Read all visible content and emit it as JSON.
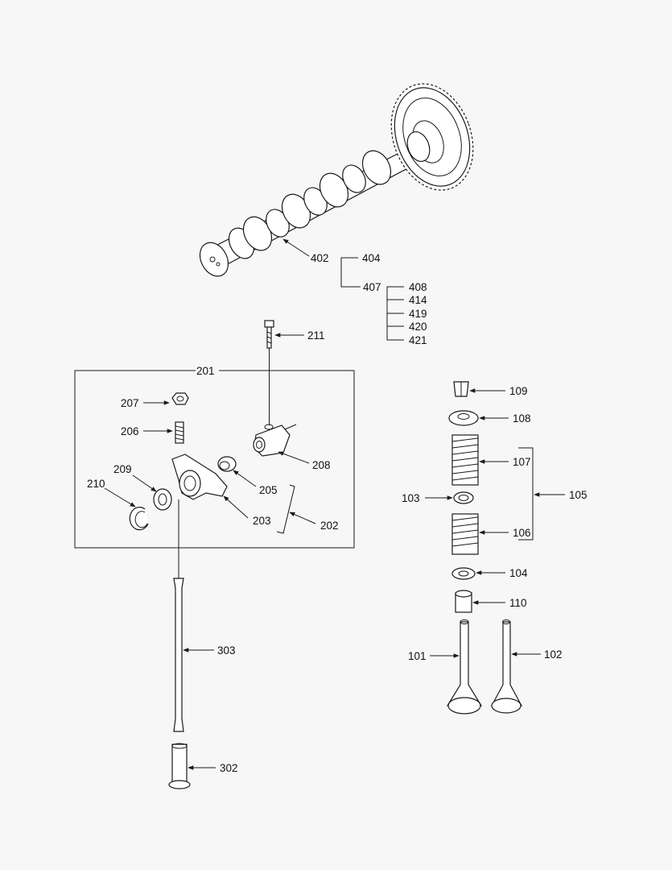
{
  "diagram": {
    "callouts": {
      "c101": "101",
      "c102": "102",
      "c103": "103",
      "c104": "104",
      "c105": "105",
      "c106": "106",
      "c107": "107",
      "c108": "108",
      "c109": "109",
      "c110": "110",
      "c201": "201",
      "c202": "202",
      "c203": "203",
      "c205": "205",
      "c206": "206",
      "c207": "207",
      "c208": "208",
      "c209": "209",
      "c210": "210",
      "c211": "211",
      "c302": "302",
      "c303": "303",
      "c402": "402",
      "c404": "404",
      "c407": "407",
      "c408": "408",
      "c414": "414",
      "c419": "419",
      "c420": "420",
      "c421": "421"
    }
  }
}
